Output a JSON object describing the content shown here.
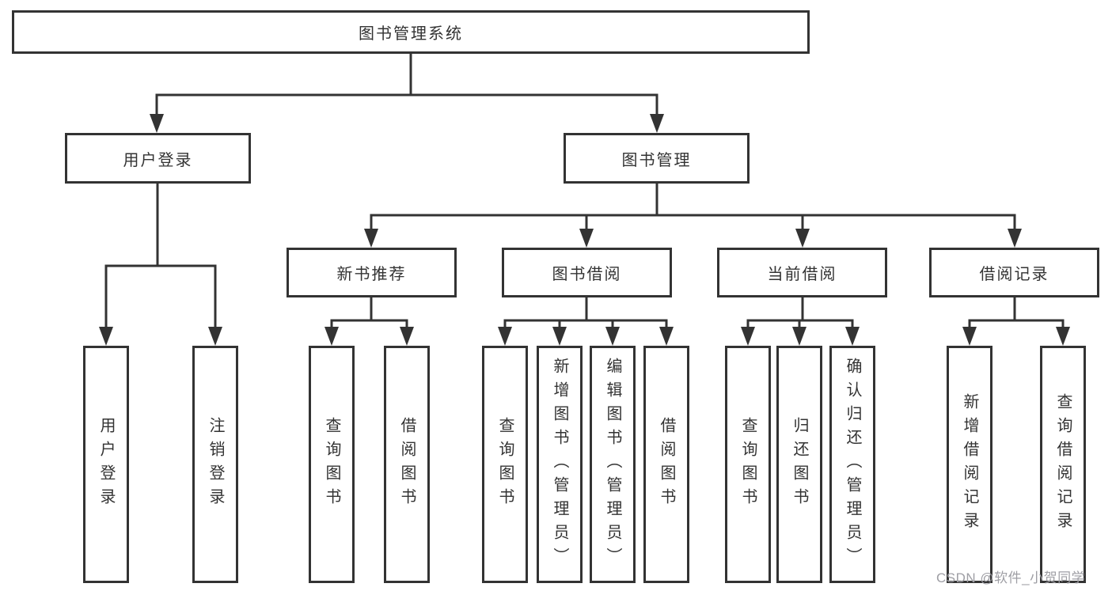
{
  "diagram": {
    "root": {
      "label": "图书管理系统"
    },
    "level2": [
      {
        "label": "用户登录"
      },
      {
        "label": "图书管理"
      }
    ],
    "level3": [
      {
        "label": "新书推荐"
      },
      {
        "label": "图书借阅"
      },
      {
        "label": "当前借阅"
      },
      {
        "label": "借阅记录"
      }
    ],
    "leaves": {
      "user_login": [
        "用户登录",
        "注销登录"
      ],
      "new_book": [
        "查询图书",
        "借阅图书"
      ],
      "book_borrow": [
        "查询图书",
        "新增图书（管理员）",
        "编辑图书（管理员）",
        "借阅图书"
      ],
      "current_borrow": [
        "查询图书",
        "归还图书",
        "确认归还（管理员）"
      ],
      "borrow_record": [
        "新增借阅记录",
        "查询借阅记录"
      ]
    }
  },
  "watermark": {
    "text": "CSDN @软件_小贺同学"
  },
  "colors": {
    "line": "#333333",
    "text": "#333333",
    "box_background": "#ffffff",
    "watermark": "#9e9ea4",
    "page_background": "#ffffff"
  }
}
